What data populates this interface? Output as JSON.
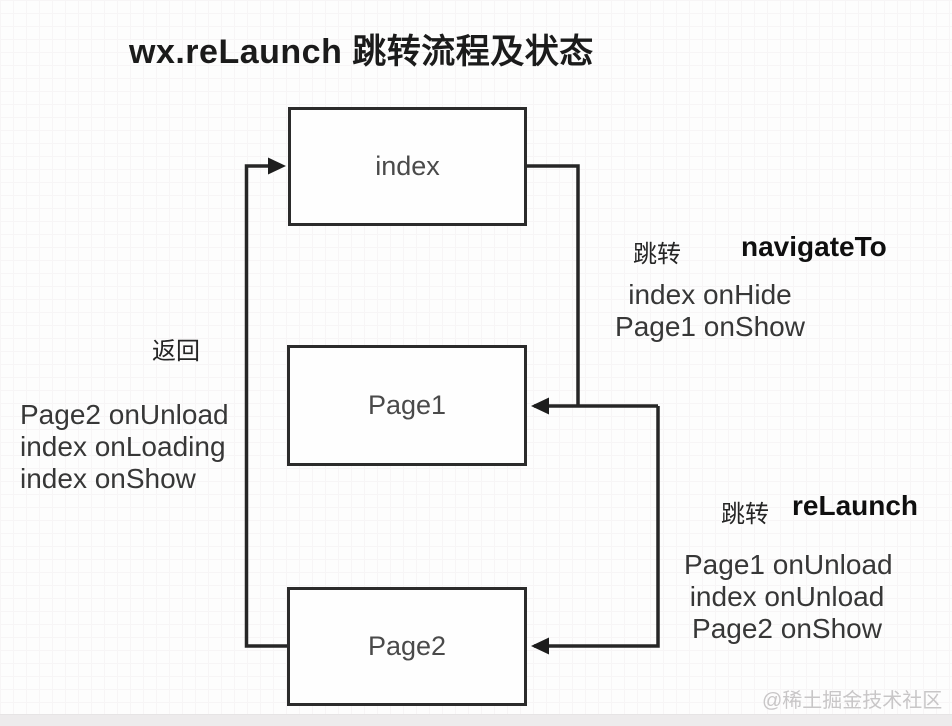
{
  "title": "wx.reLaunch 跳转流程及状态",
  "nodes": [
    {
      "id": "index",
      "label": "index"
    },
    {
      "id": "page1",
      "label": "Page1"
    },
    {
      "id": "page2",
      "label": "Page2"
    }
  ],
  "edges": {
    "navigate_to": {
      "action_label": "跳转",
      "method": "navigateTo",
      "states": [
        "index onHide",
        "Page1 onShow"
      ]
    },
    "relaunch": {
      "action_label": "跳转",
      "method": "reLaunch",
      "states": [
        "Page1 onUnload",
        "index onUnload",
        "Page2 onShow"
      ]
    },
    "back": {
      "action_label": "返回",
      "states": [
        "Page2 onUnload",
        "index onLoading",
        "index onShow"
      ]
    }
  },
  "watermark": "@稀土掘金技术社区",
  "colors": {
    "line": "#262626",
    "box_border": "#2b2b2b",
    "box_label": "#4a4a4a",
    "state_text": "#373737",
    "title_text": "#1b1b1b",
    "watermark_text": "#c8c6c7",
    "grid_major": "#efedee",
    "grid_minor": "#f7f5f6",
    "background": "#fdfdfd"
  }
}
